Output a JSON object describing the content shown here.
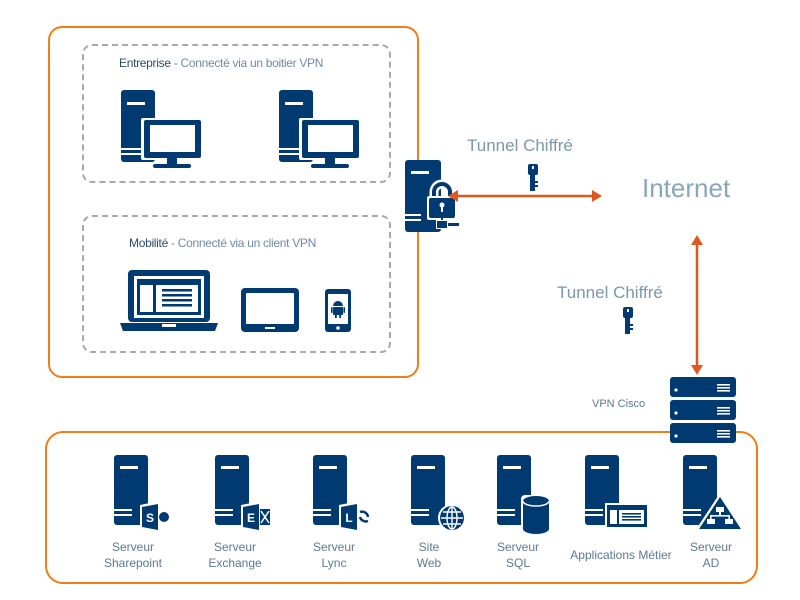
{
  "colors": {
    "navy": "#003a70",
    "orange": "#ee7d1a",
    "arrow": "#e0581e",
    "dash": "#a9a9a9"
  },
  "remote_site": {
    "enterprise": {
      "title_bold": "Entreprise",
      "title_rest": " - Connecté via un boitier VPN",
      "devices": [
        "desktop-workstation",
        "desktop-workstation"
      ]
    },
    "mobility": {
      "title_bold": "Mobilité",
      "title_rest": " - Connecté via un client VPN",
      "devices": [
        "laptop",
        "tablet",
        "android-phone"
      ]
    }
  },
  "gateway": {
    "icon": "vpn-box-lock-icon"
  },
  "tunnel_top": {
    "label": "Tunnel Chiffré",
    "icon": "key-icon"
  },
  "internet": {
    "label": "Internet"
  },
  "tunnel_right": {
    "label": "Tunnel Chiffré",
    "icon": "key-icon"
  },
  "vpn_cisco": {
    "label": "VPN Cisco"
  },
  "servers": [
    {
      "line1": "Serveur",
      "line2": "Sharepoint",
      "badge": "S"
    },
    {
      "line1": "Serveur",
      "line2": "Exchange",
      "badge": "E"
    },
    {
      "line1": "Serveur",
      "line2": "Lync",
      "badge": "L"
    },
    {
      "line1": "Site",
      "line2": "Web",
      "badge": "globe"
    },
    {
      "line1": "Serveur",
      "line2": "SQL",
      "badge": "database"
    },
    {
      "line1": "Applications Métier",
      "line2": "",
      "badge": "app-window"
    },
    {
      "line1": "Serveur",
      "line2": "AD",
      "badge": "network"
    }
  ]
}
